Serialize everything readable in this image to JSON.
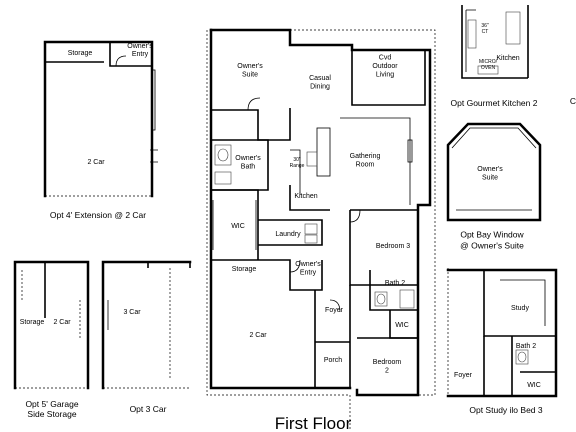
{
  "title": "First Floor",
  "main_plan": {
    "owners_suite": "Owner's\nSuite",
    "casual_dining": "Casual\nDining",
    "cvd_outdoor_living": "Cvd\nOutdoor\nLiving",
    "gathering_room": "Gathering\nRoom",
    "owners_bath": "Owner's\nBath",
    "range": "30\"\nRange",
    "kitchen": "Kitchen",
    "wic": "WIC",
    "laundry": "Laundry",
    "bedroom3": "Bedroom 3",
    "storage": "Storage",
    "owners_entry": "Owner's\nEntry",
    "bath2": "Bath 2",
    "two_car": "2 Car",
    "foyer": "Foyer",
    "wic2": "WIC",
    "porch": "Porch",
    "bedroom2": "Bedroom\n2"
  },
  "opt_extension": {
    "caption": "Opt 4' Extension @ 2 Car",
    "storage": "Storage",
    "owners_entry": "Owner's\nEntry",
    "two_car": "2 Car"
  },
  "opt_5_garage": {
    "caption": "Opt 5' Garage\nSide Storage",
    "storage": "Storage",
    "two_car": "2 Car"
  },
  "opt_3_car": {
    "caption": "Opt 3 Car",
    "three_car": "3 Car"
  },
  "opt_gourmet": {
    "caption": "Opt Gourmet Kitchen 2",
    "ct": "36\"\nCT",
    "kitchen": "Kitchen",
    "micro_oven": "MICRO/\nOVEN"
  },
  "edge_glyph": "C",
  "opt_bay": {
    "caption": "Opt Bay Window\n@ Owner's Suite",
    "owners_suite": "Owner's\nSuite"
  },
  "opt_study": {
    "caption": "Opt Study ilo Bed 3",
    "study": "Study",
    "bath2": "Bath 2",
    "foyer": "Foyer",
    "wic": "WIC"
  }
}
